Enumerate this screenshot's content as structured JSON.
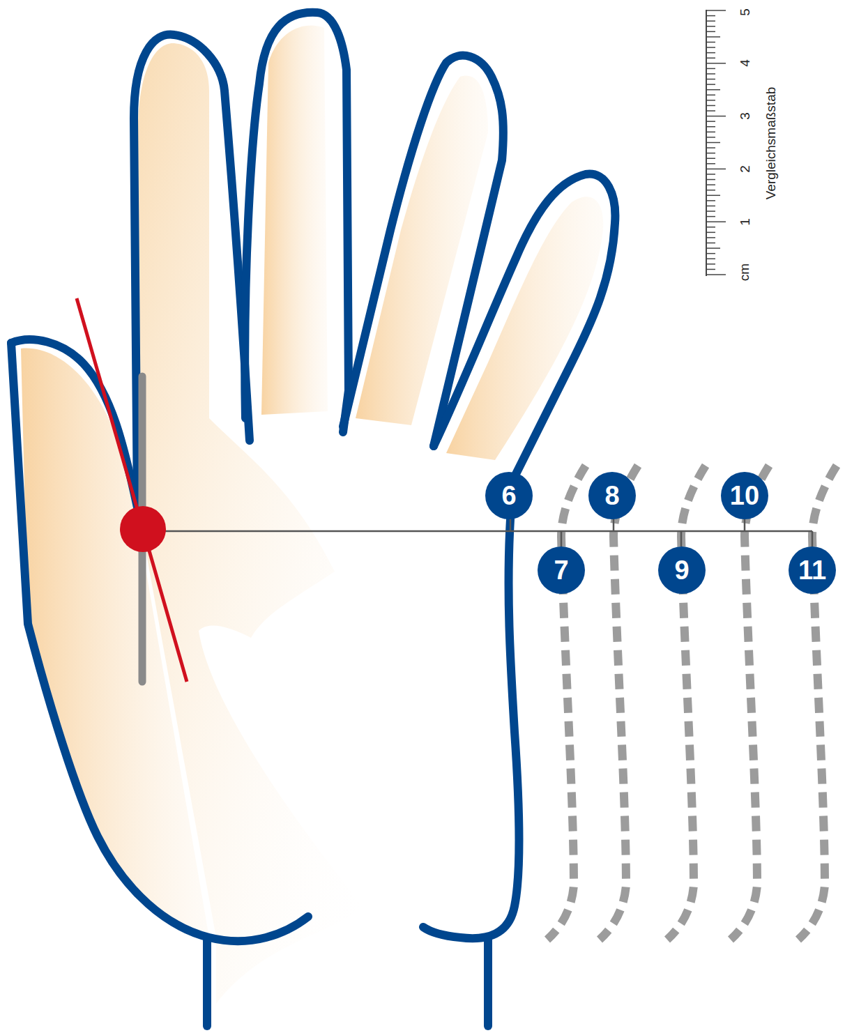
{
  "diagram": {
    "nodes": [
      {
        "text": [
          "6"
        ]
      },
      {
        "text": [
          "7"
        ]
      },
      {
        "text": [
          "8"
        ]
      },
      {
        "text": [
          "9"
        ]
      },
      {
        "text": [
          "10"
        ]
      },
      {
        "text": [
          "11"
        ]
      }
    ],
    "labels": [
      "cm",
      "1",
      "2",
      "3",
      "4",
      "5",
      "Vergleichsmaßstab"
    ]
  }
}
